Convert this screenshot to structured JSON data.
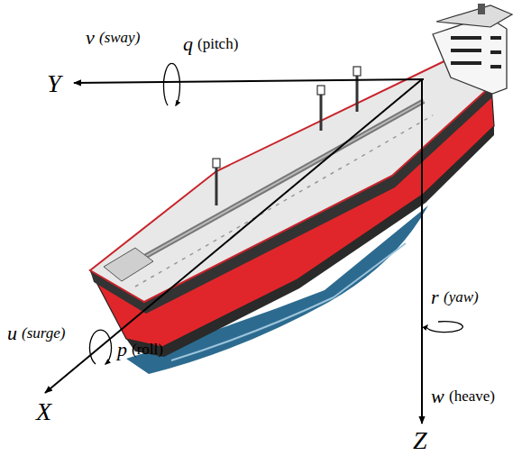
{
  "diagram": {
    "labels": [
      "v",
      "(sway)",
      "q",
      "(pitch)",
      "Y",
      "u",
      "(surge)",
      "p",
      "(roll)",
      "X",
      "r",
      "(yaw)",
      "w",
      "(heave)",
      "Z"
    ]
  }
}
